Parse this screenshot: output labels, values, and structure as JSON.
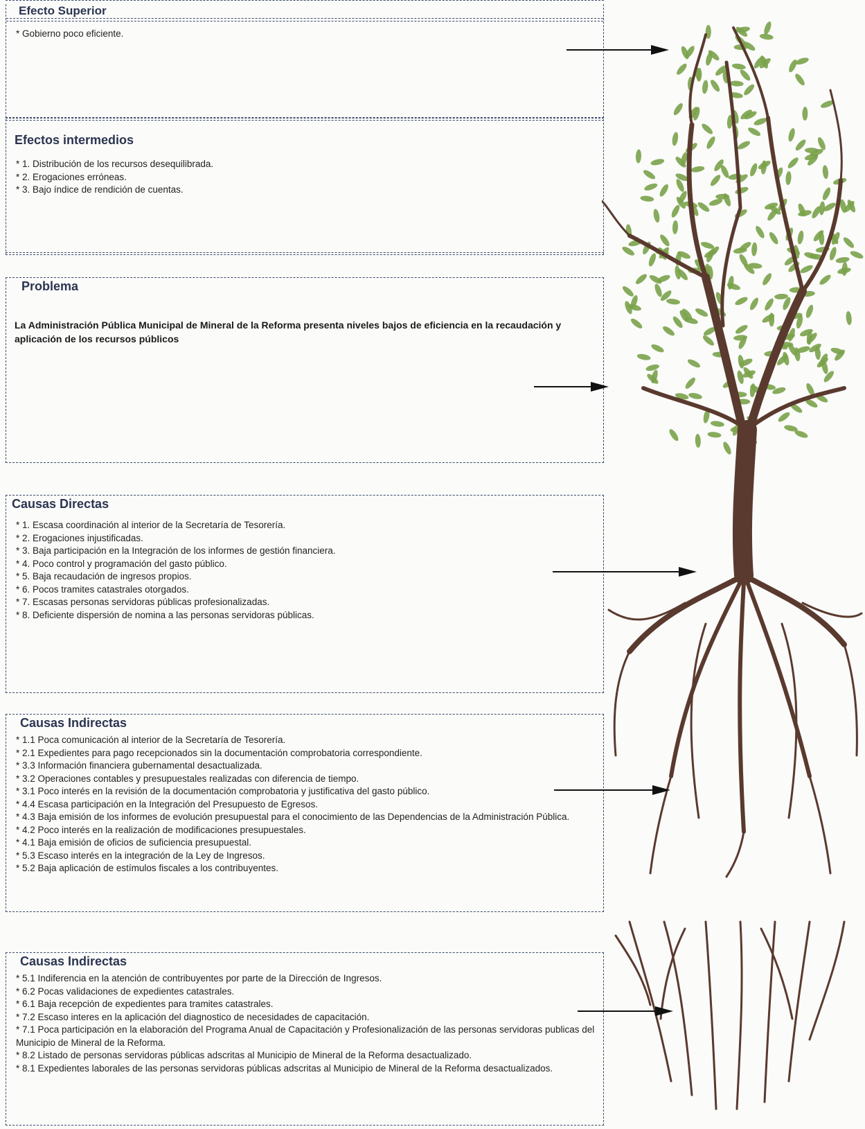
{
  "efecto_superior": {
    "title": "Efecto Superior",
    "items": [
      "Gobierno poco eficiente."
    ]
  },
  "efectos_intermedios": {
    "title": "Efectos intermedios",
    "items": [
      "1. Distribución de los recursos desequilibrada.",
      "2. Erogaciones erróneas.",
      "3. Bajo índice de rendición de cuentas."
    ]
  },
  "problema": {
    "title": "Problema",
    "text": "La Administración Pública Municipal de Mineral de la Reforma presenta niveles bajos de eficiencia en la recaudación y aplicación de los recursos públicos"
  },
  "causas_directas": {
    "title": "Causas Directas",
    "items": [
      "1. Escasa coordinación al interior de la Secretaría de Tesorería.",
      "2. Erogaciones injustificadas.",
      "3. Baja participación en la Integración de los informes de gestión financiera.",
      "4. Poco control y programación del gasto público.",
      "5. Baja recaudación de ingresos propios.",
      "6. Pocos tramites catastrales otorgados.",
      "7. Escasas personas servidoras públicas profesionalizadas.",
      "8. Deficiente dispersión de nomina a las personas servidoras públicas."
    ]
  },
  "causas_indirectas_1": {
    "title": "Causas Indirectas",
    "items": [
      "1.1 Poca comunicación al interior de la Secretaría de Tesorería.",
      "2.1 Expedientes para pago recepcionados sin la documentación comprobatoria correspondiente.",
      "3.3 Información financiera gubernamental desactualizada.",
      "3.2 Operaciones contables y presupuestales realizadas con diferencia de tiempo.",
      "3.1 Poco interés en la revisión de la documentación comprobatoria y justificativa del gasto público.",
      "4.4 Escasa participación en la Integración del Presupuesto de Egresos.",
      "4.3 Baja emisión de los informes de evolución presupuestal para el conocimiento de las Dependencias de la Administración Pública.",
      "4.2 Poco interés en la realización de modificaciones presupuestales.",
      "4.1 Baja emisión de oficios de suficiencia presupuestal.",
      "5.3 Escaso interés en la integración de la Ley de Ingresos.",
      "5.2 Baja aplicación de estímulos fiscales a los contribuyentes."
    ]
  },
  "causas_indirectas_2": {
    "title": "Causas Indirectas",
    "items": [
      "5.1 Indiferencia en la atención de contribuyentes por parte de la Dirección de Ingresos.",
      "6.2 Pocas validaciones de expedientes catastrales.",
      "6.1 Baja recepción de expedientes para tramites catastrales.",
      "7.2 Escaso interes en la aplicación del diagnostico de necesidades de capacitación.",
      "7.1 Poca participación en la elaboración del Programa Anual de Capacitación y Profesionalización de las personas servidoras publicas del Municipio de Mineral de la Reforma.",
      "8.2 Listado de personas servidoras públicas adscritas al Municipio de Mineral de la Reforma desactualizado.",
      "8.1 Expedientes laborales de las personas servidoras públicas adscritas al Municipio de Mineral de la Reforma desactualizados."
    ]
  },
  "colors": {
    "foliage": "#7aa24a",
    "trunk": "#5a3a2e",
    "border": "#3a4a6a",
    "title": "#2b3550"
  }
}
